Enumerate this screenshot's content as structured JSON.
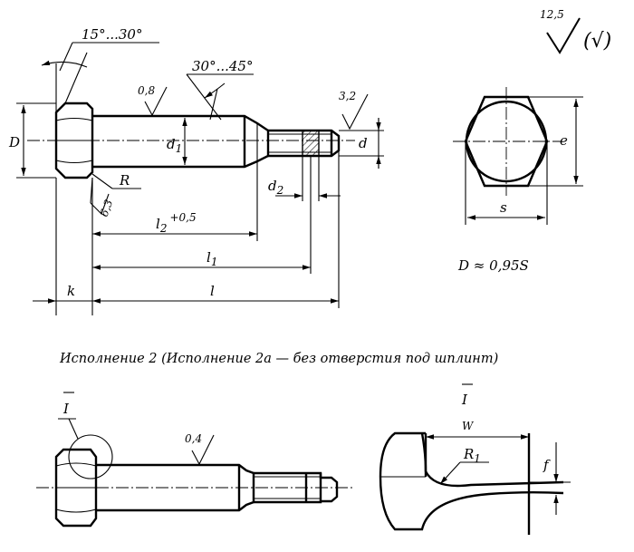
{
  "top_view": {
    "angle_head": "15°...30°",
    "angle_neck": "30°...45°",
    "rough_shank": "0,8",
    "rough_thread": "3,2",
    "rough_head": "6,3",
    "dim_D": "D",
    "dim_d1": "d",
    "dim_d1_sub": "1",
    "dim_d": "d",
    "dim_R": "R",
    "dim_d2": "d",
    "dim_d2_sub": "2",
    "dim_l2": "l",
    "dim_l2_sub": "2",
    "dim_l2_tol": "+0,5",
    "dim_l1": "l",
    "dim_l1_sub": "1",
    "dim_k": "k",
    "dim_l": "l"
  },
  "roughness_general": {
    "value": "12,5",
    "paren": "(√)"
  },
  "hex_view": {
    "dim_e": "e",
    "dim_s": "s",
    "formula": "D ≈ 0,95S"
  },
  "caption": "Исполнение 2 (Исполнение 2а — без отверстия под шплинт)",
  "bottom_view": {
    "detail_mark": "I",
    "rough_shank": "0,4"
  },
  "detail_view": {
    "title": "I",
    "dim_w": "W",
    "dim_R1": "R",
    "dim_R1_sub": "1",
    "dim_f": "f"
  }
}
